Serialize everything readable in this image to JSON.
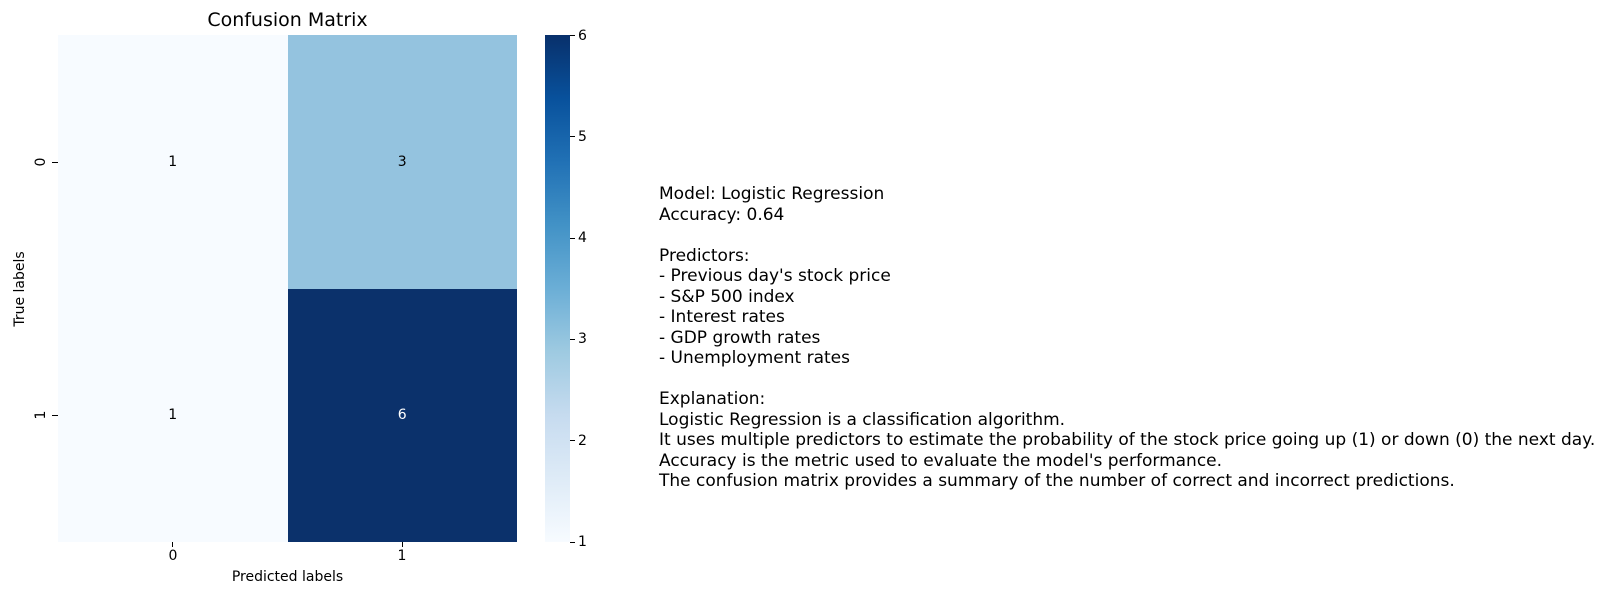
{
  "figure": {
    "background": "#ffffff"
  },
  "chart_data": {
    "type": "heatmap",
    "title": "Confusion Matrix",
    "xlabel": "Predicted labels",
    "ylabel": "True labels",
    "x_ticklabels": [
      "0",
      "1"
    ],
    "y_ticklabels": [
      "0",
      "1"
    ],
    "matrix": [
      [
        1,
        3
      ],
      [
        1,
        6
      ]
    ],
    "cell_colors": [
      [
        "#f7fbff",
        "#94c3df"
      ],
      [
        "#f7fbff",
        "#0b316b"
      ]
    ],
    "cell_text_colors": [
      [
        "#000000",
        "#000000"
      ],
      [
        "#000000",
        "#ffffff"
      ]
    ],
    "grid": false,
    "colorbar": {
      "min": 1,
      "max": 6,
      "ticks": [
        1,
        2,
        3,
        4,
        5,
        6
      ],
      "colormap": "Blues",
      "gradient_stops_bottom_to_top": [
        "#f7fbff",
        "#deebf7",
        "#c6dbef",
        "#9ecae1",
        "#6baed6",
        "#4292c6",
        "#2171b5",
        "#08519c",
        "#08306b"
      ]
    }
  },
  "info_panel": {
    "lines": [
      "Model: Logistic Regression",
      "Accuracy: 0.64",
      "",
      "Predictors:",
      "- Previous day's stock price",
      "- S&P 500 index",
      "- Interest rates",
      "- GDP growth rates",
      "- Unemployment rates",
      "",
      "Explanation:",
      "Logistic Regression is a classification algorithm.",
      "It uses multiple predictors to estimate the probability of the stock price going up (1) or down (0) the next day.",
      "Accuracy is the metric used to evaluate the model's performance.",
      "The confusion matrix provides a summary of the number of correct and incorrect predictions."
    ]
  }
}
